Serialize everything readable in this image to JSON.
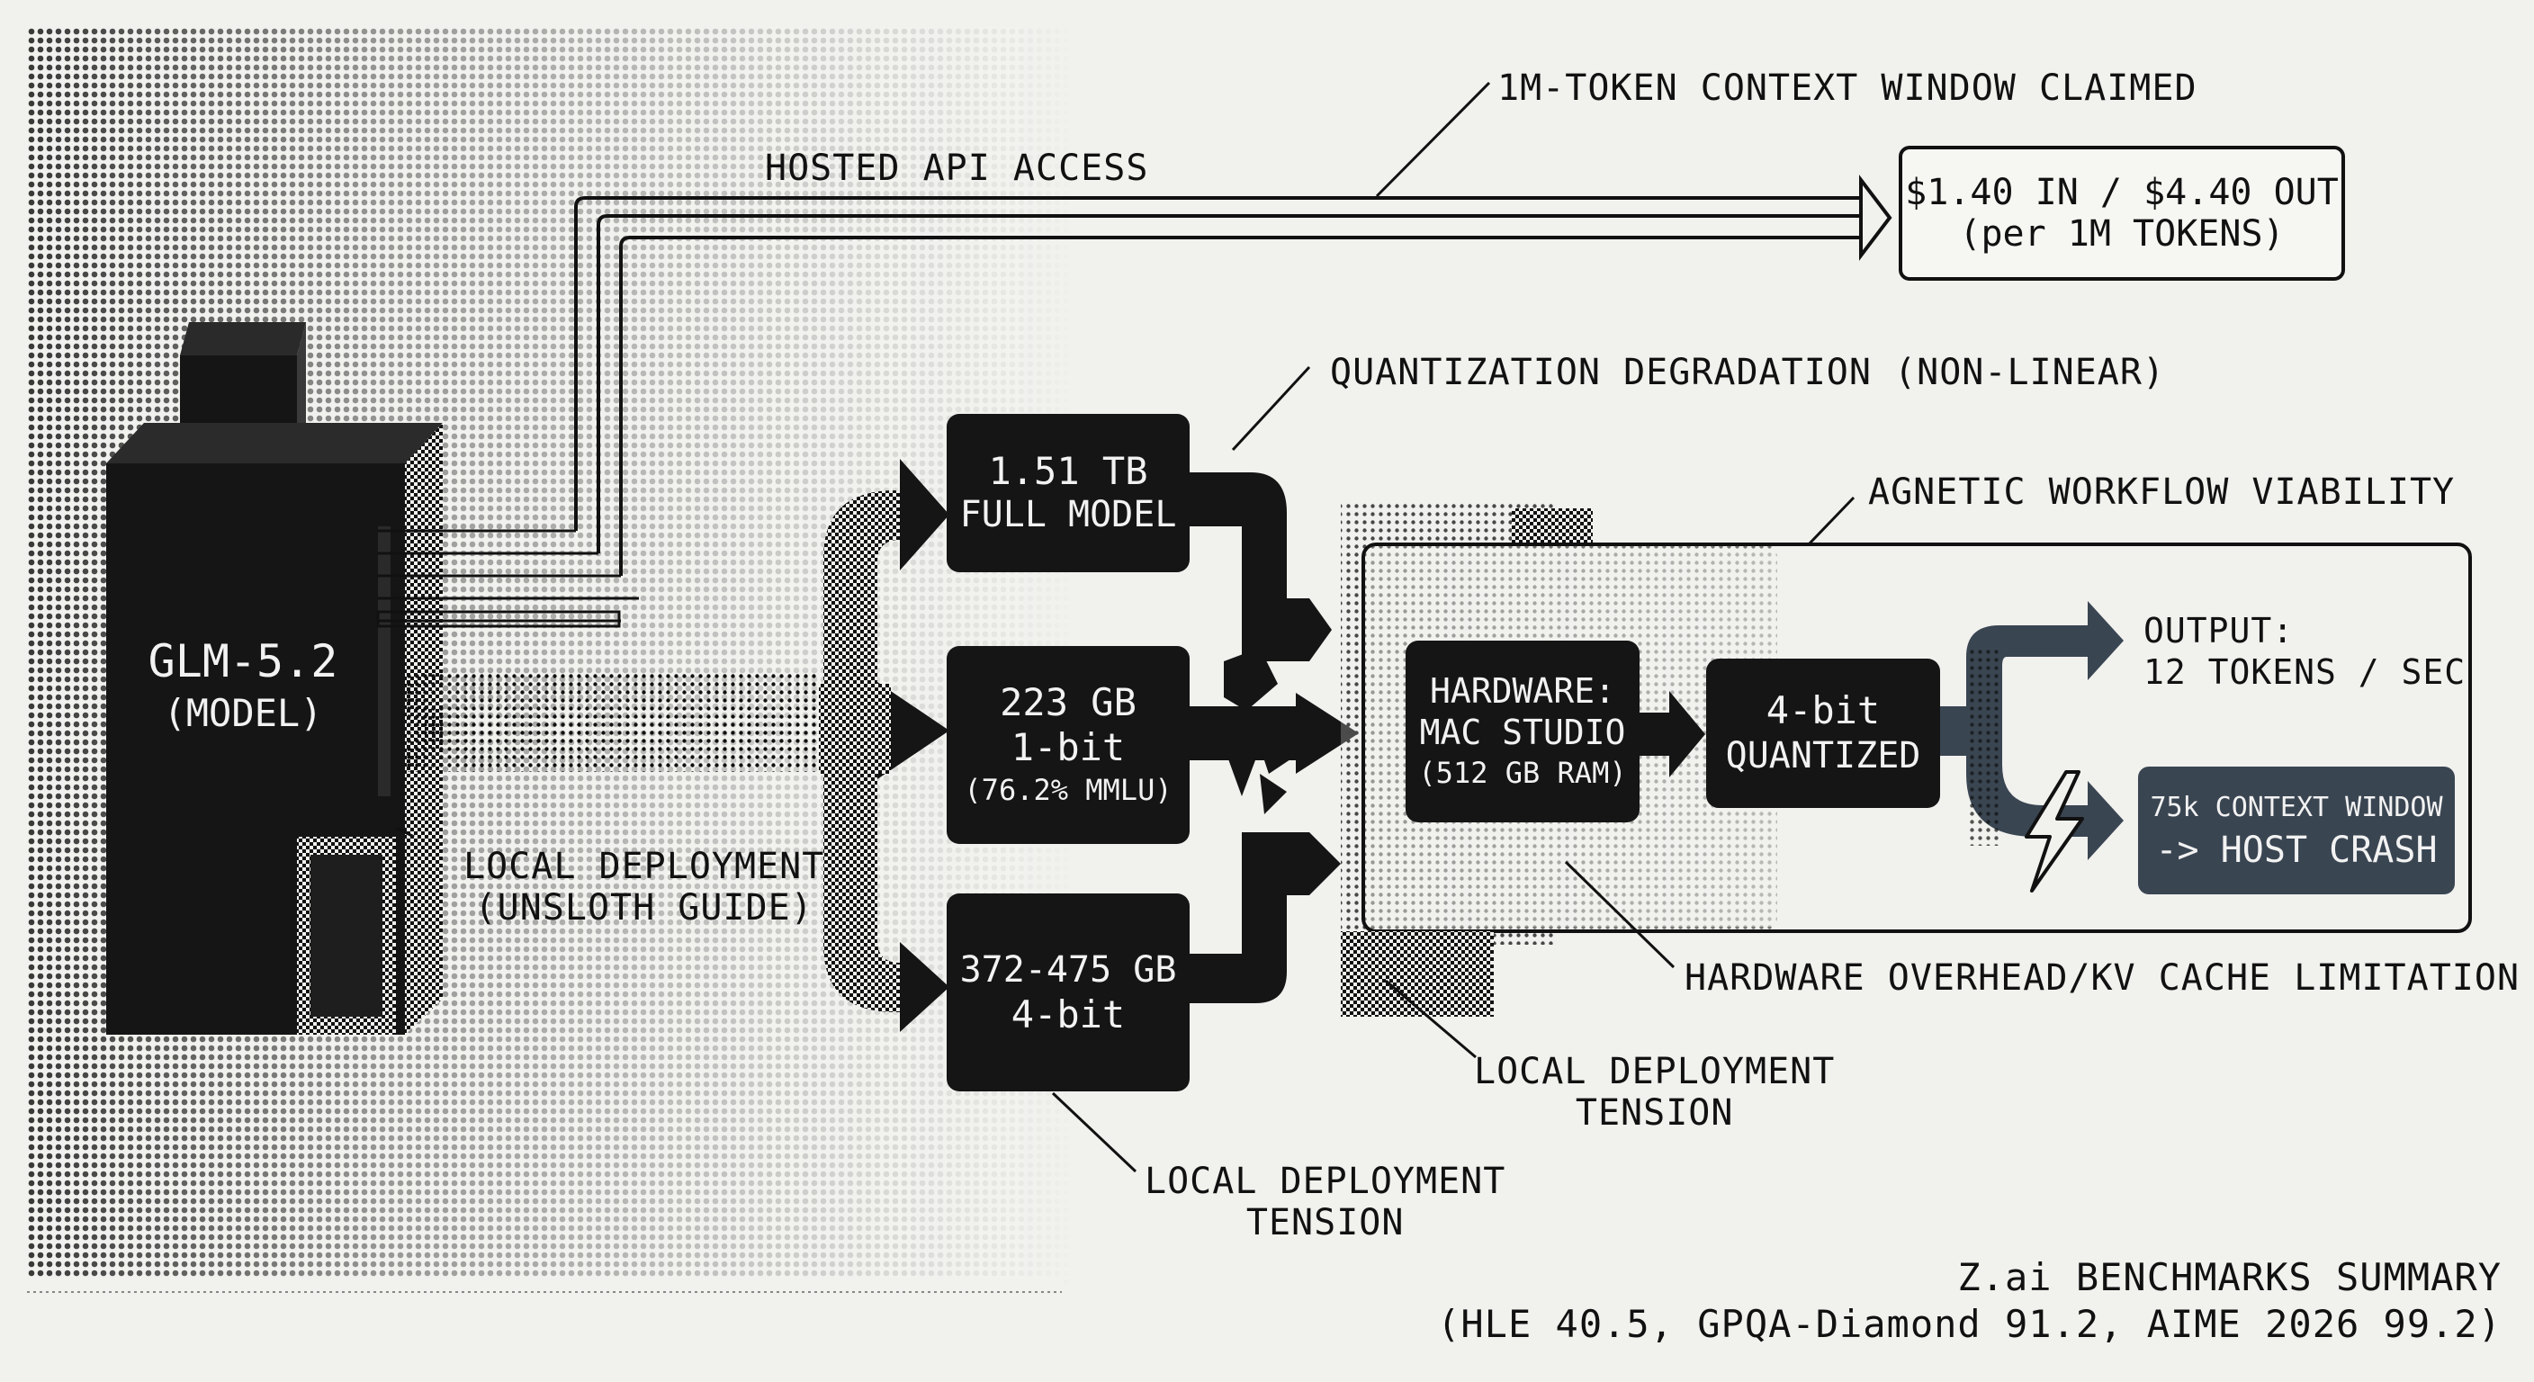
{
  "model": {
    "name": "GLM-5.2",
    "subtitle": "(MODEL)"
  },
  "api": {
    "context_label": "1M-TOKEN CONTEXT WINDOW CLAIMED",
    "access_label": "HOSTED API ACCESS",
    "price_line1": "$1.40 IN / $4.40 OUT",
    "price_line2": "(per 1M TOKENS)"
  },
  "local": {
    "line1": "LOCAL DEPLOYMENT",
    "line2": "(UNSLOTH GUIDE)"
  },
  "quantization_label": "QUANTIZATION DEGRADATION (NON-LINEAR)",
  "variants": [
    {
      "line1": "1.51 TB",
      "line2": "FULL MODEL",
      "line3": ""
    },
    {
      "line1": "223 GB",
      "line2": "1-bit",
      "line3": "(76.2% MMLU)"
    },
    {
      "line1": "372-475 GB",
      "line2": "4-bit",
      "line3": ""
    }
  ],
  "agentic_label": "AGNETIC WORKFLOW VIABILITY",
  "hardware": {
    "line1": "HARDWARE:",
    "line2": "MAC STUDIO",
    "line3": "(512 GB RAM)"
  },
  "quantized": {
    "line1": "4-bit",
    "line2": "QUANTIZED"
  },
  "output": {
    "line1": "OUTPUT:",
    "line2": "12 TOKENS / SEC"
  },
  "crash": {
    "line1": "75k CONTEXT WINDOW",
    "line2": "-> HOST CRASH"
  },
  "overhead_label": "HARDWARE OVERHEAD/KV CACHE LIMITATION",
  "tension_right": {
    "line1": "LOCAL DEPLOYMENT",
    "line2": "TENSION"
  },
  "tension_bottom": {
    "line1": "LOCAL DEPLOYMENT",
    "line2": "TENSION"
  },
  "benchmarks": {
    "title": "Z.ai BENCHMARKS SUMMARY",
    "detail": "(HLE 40.5, GPQA-Diamond 91.2, AIME 2026 99.2)"
  }
}
